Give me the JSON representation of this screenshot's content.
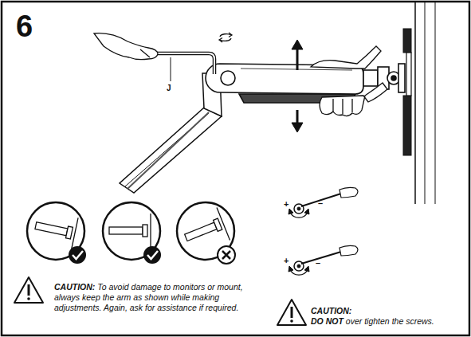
{
  "diagram": {
    "labels": [
      "6",
      "J",
      "+",
      "–",
      "+",
      "–",
      "CAUTION:",
      "To avoid damage to monitors or mount, always keep the arm as shown while making adjustments. Again, ask for assistance if required.",
      "CAUTION:",
      "DO NOT",
      "over tighten the screws."
    ]
  }
}
